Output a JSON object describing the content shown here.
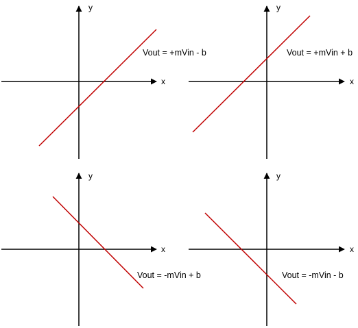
{
  "axis_x_label": "x",
  "axis_y_label": "y",
  "line_color": "#c00000",
  "axis_color": "#000000",
  "panels": [
    {
      "id": "top-left",
      "equation": "Vout = +mVin - b",
      "slope_sign": "+",
      "intercept_sign": "-"
    },
    {
      "id": "top-right",
      "equation": "Vout = +mVin + b",
      "slope_sign": "+",
      "intercept_sign": "+"
    },
    {
      "id": "bottom-left",
      "equation": "Vout = -mVin + b",
      "slope_sign": "-",
      "intercept_sign": "+"
    },
    {
      "id": "bottom-right",
      "equation": "Vout = -mVin - b",
      "slope_sign": "-",
      "intercept_sign": "-"
    }
  ]
}
